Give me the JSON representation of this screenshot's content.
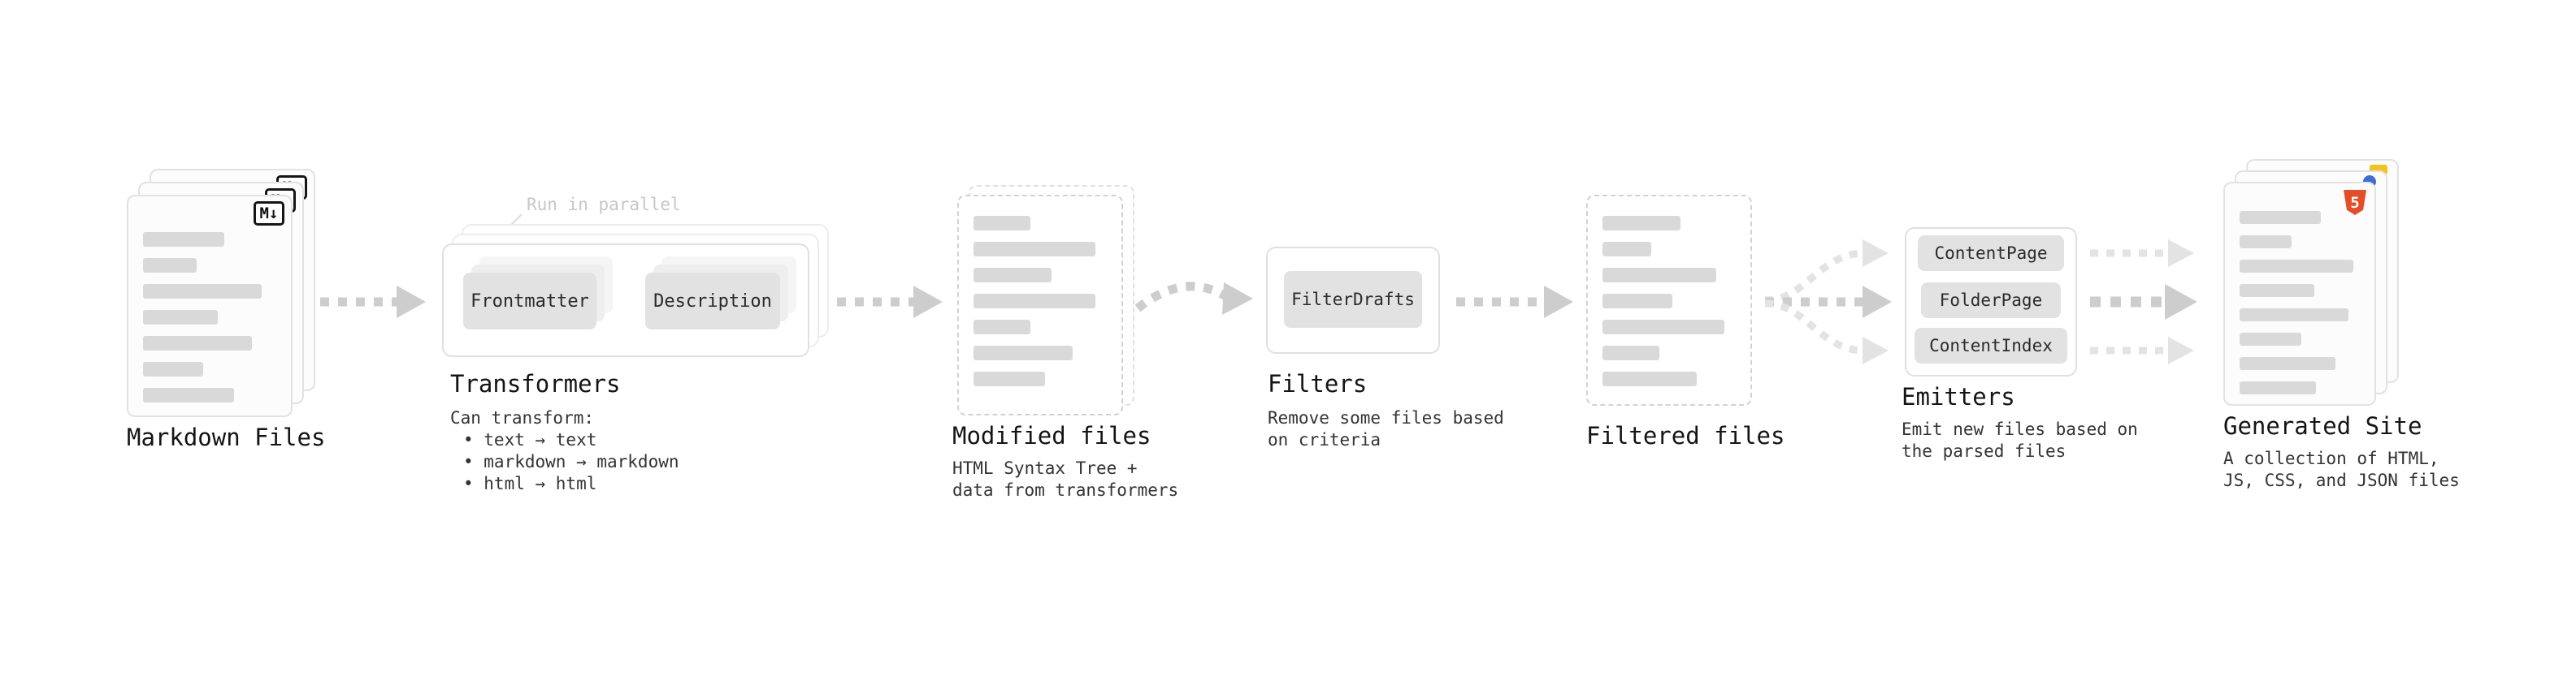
{
  "colors": {
    "arrow": "#cdcdcd",
    "arrow_light": "#e3e3e3",
    "node_fill": "#e2e2e2",
    "html5_orange": "#e44d26",
    "css_blue": "#3b6fd4",
    "js_yellow": "#f0c419"
  },
  "stages": {
    "markdown_files": {
      "title": "Markdown Files",
      "badge": "M↓"
    },
    "transformers": {
      "title": "Transformers",
      "parallel_label": "Run in parallel",
      "nodes": [
        "Frontmatter",
        "Description"
      ],
      "caption_title": "Can transform:",
      "caption_bullets": [
        "• text → text",
        "• markdown → markdown",
        "• html → html"
      ]
    },
    "modified_files": {
      "title": "Modified files",
      "caption_lines": [
        "HTML Syntax Tree +",
        "data from transformers"
      ]
    },
    "filters": {
      "title": "Filters",
      "nodes": [
        "FilterDrafts"
      ],
      "caption_lines": [
        "Remove some files based",
        "on criteria"
      ]
    },
    "filtered_files": {
      "title": "Filtered files"
    },
    "emitters": {
      "title": "Emitters",
      "nodes": [
        "ContentPage",
        "FolderPage",
        "ContentIndex"
      ],
      "caption_lines": [
        "Emit new files based on",
        "the parsed files"
      ]
    },
    "generated_site": {
      "title": "Generated Site",
      "html5_label": "5",
      "caption_lines": [
        "A collection of HTML,",
        "JS, CSS, and JSON files"
      ]
    }
  }
}
